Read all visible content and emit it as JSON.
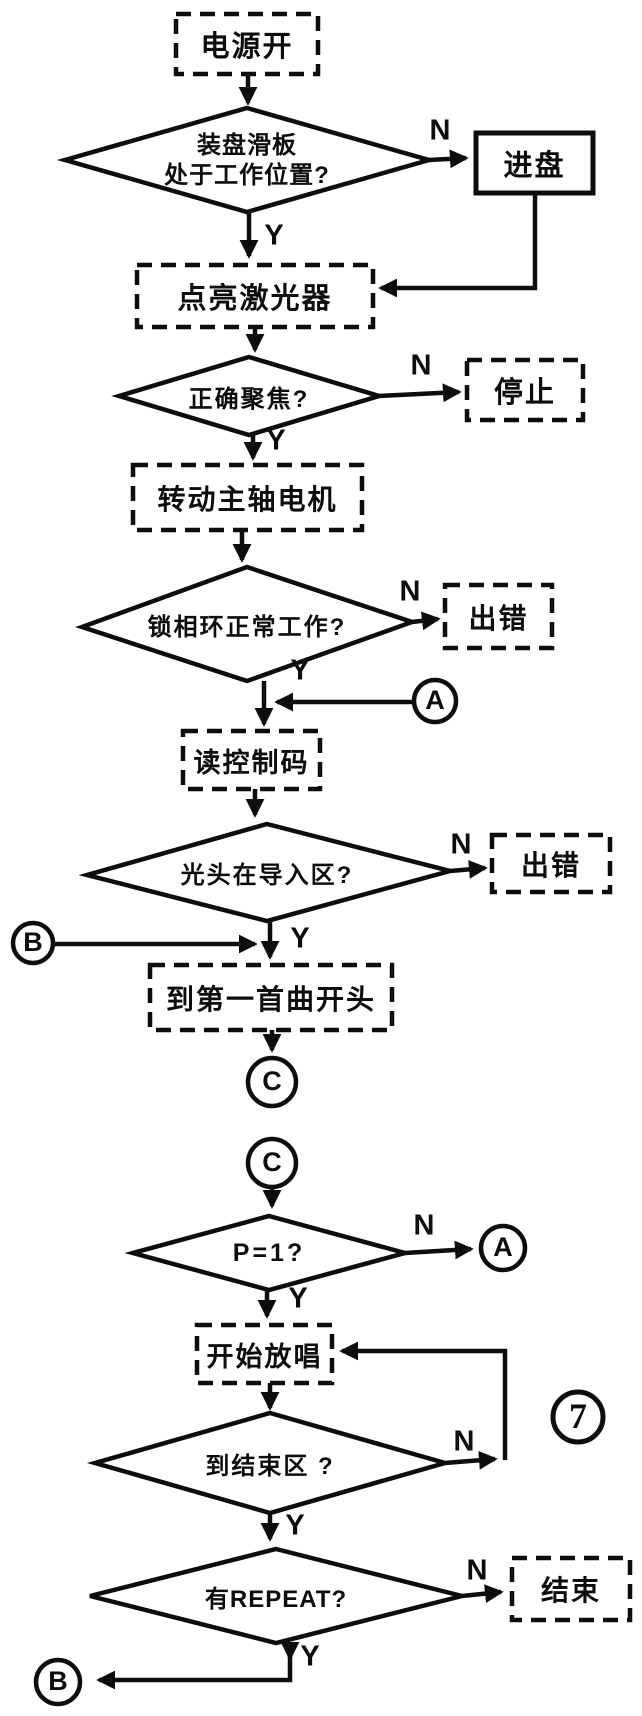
{
  "figure": {
    "caption_number": "7",
    "labels": {
      "yes": "Y",
      "no": "N"
    },
    "connectors": {
      "a": "A",
      "b": "B",
      "c": "C"
    },
    "nodes": {
      "power_on": "电源开",
      "tray_q_line1": "装盘滑板",
      "tray_q_line2": "处于工作位置?",
      "load_disc": "进盘",
      "laser_on": "点亮激光器",
      "focus_q": "正确聚焦?",
      "stop": "停止",
      "spindle_motor": "转动主轴电机",
      "pll_q": "锁相环正常工作?",
      "error_1": "出错",
      "read_control_code": "读控制码",
      "lead_in_q": "光头在导入区?",
      "error_2": "出错",
      "goto_first_track": "到第一首曲开头",
      "p_equals_1_q": "P=1?",
      "start_playback": "开始放唱",
      "end_area_q": "到结束区 ?",
      "repeat_q": "有REPEAT?",
      "end": "结束"
    }
  }
}
